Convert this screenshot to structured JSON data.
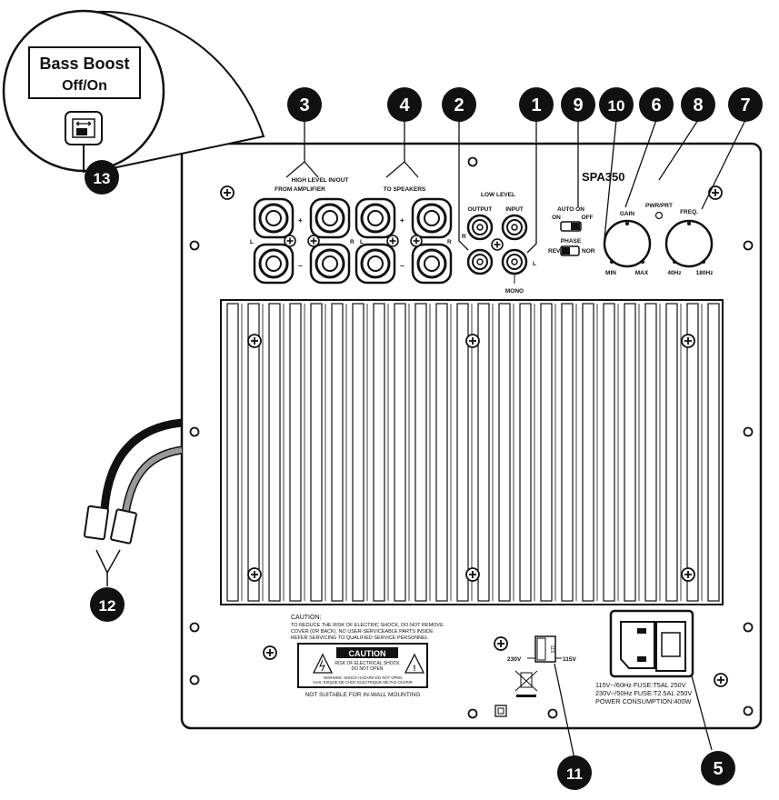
{
  "callout": {
    "title": "Bass Boost",
    "subtitle": "Off/On"
  },
  "badges": {
    "b1": "1",
    "b2": "2",
    "b3": "3",
    "b4": "4",
    "b5": "5",
    "b6": "6",
    "b7": "7",
    "b8": "8",
    "b9": "9",
    "b10": "10",
    "b11": "11",
    "b12": "12",
    "b13": "13"
  },
  "panel": {
    "model": "SPA350",
    "high_level": "HIGH LEVEL IN/OUT",
    "from_amp": "FROM AMPLIFIER",
    "to_speakers": "TO SPEAKERS",
    "low_level": "LOW LEVEL",
    "output": "OUTPUT",
    "input": "INPUT",
    "mono": "MONO",
    "auto_on": "AUTO ON",
    "on": "ON",
    "off": "OFF",
    "phase": "PHASE",
    "rev": "REV",
    "nor": "NOR",
    "gain": "GAIN",
    "min": "MIN",
    "max": "MAX",
    "pwr_prt": "PWR/PRT",
    "freq": "FREQ.",
    "hz40": "40Hz",
    "hz180": "180Hz",
    "L": "L",
    "R": "R",
    "plus": "+",
    "minus": "−"
  },
  "caution": {
    "heading": "CAUTION:",
    "line1": "TO REDUCE THE RISK OF ELECTRIC SHOCK, DO NOT REMOVE",
    "line2": "COVER (OR BACK). NO USER-SERVICEABLE PARTS INSIDE",
    "line3": "REFER SERVICING TO QUALIFIED SERVICE PERSONNEL",
    "label": "CAUTION",
    "risk1": "RISK OF ELECTRICAL SHOCK",
    "risk2": "DO NOT OPEN",
    "avis1": "WARNING: SHOCK HAZARD-DO NOT OPEN",
    "avis2": "AVIS: RISQUE DE CHOC ELECTRIQUE-NE PAS OUVRIR",
    "wall": "NOT SUITABLE FOR IN-WALL MOUNTING"
  },
  "voltage": {
    "v230": "230V",
    "v115": "115V",
    "switch": "115"
  },
  "power": {
    "line1": "115V~/60Hz FUSE:T5AL 250V",
    "line2": "230V~/50Hz FUSE:T2.5AL 250V",
    "line3": "POWER CONSUMPTION:400W"
  }
}
